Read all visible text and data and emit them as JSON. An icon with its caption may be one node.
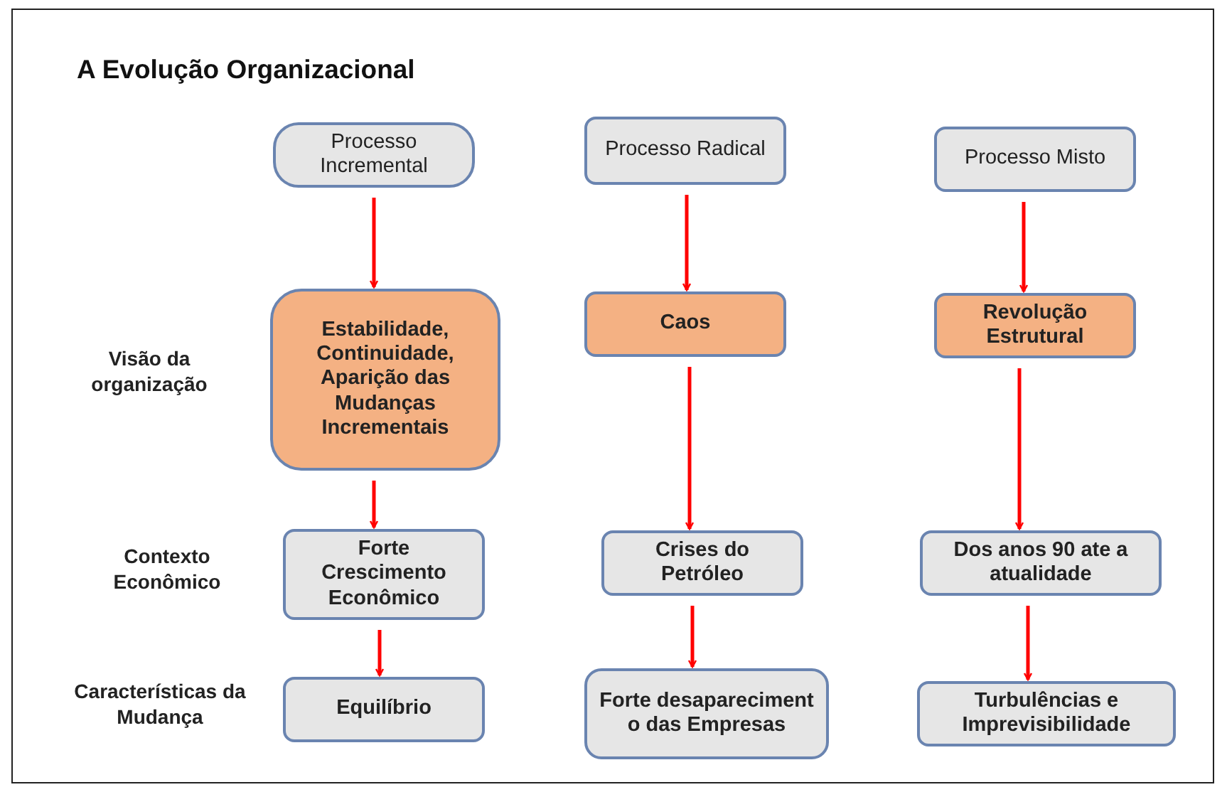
{
  "diagram": {
    "title": "A Evolução Organizacional",
    "nodes": [
      {
        "text": [
          "Processo Incremental"
        ]
      },
      {
        "text": [
          "Estabilidade, Continuidade, Aparição das Mudanças Incrementais"
        ]
      },
      {
        "text": [
          "Forte Crescimento Econômico"
        ]
      },
      {
        "text": [
          "Equilíbrio"
        ]
      },
      {
        "text": [
          "Processo Radical"
        ]
      },
      {
        "text": [
          "Caos"
        ]
      },
      {
        "text": [
          "Crises do Petróleo"
        ]
      },
      {
        "text": [
          "Forte desapareciment o das Empresas"
        ]
      },
      {
        "text": [
          "Processo Misto"
        ]
      },
      {
        "text": [
          "Revolução Estrutural"
        ]
      },
      {
        "text": [
          "Dos anos 90 ate a atualidade"
        ]
      },
      {
        "text": [
          "Turbulências e Imprevisibilidade"
        ]
      }
    ],
    "edges": [
      {
        "from": 0,
        "to": 1,
        "arrow": "to"
      },
      {
        "from": 1,
        "to": 2,
        "arrow": "to"
      },
      {
        "from": 2,
        "to": 3,
        "arrow": "to"
      },
      {
        "from": 4,
        "to": 5,
        "arrow": "to"
      },
      {
        "from": 5,
        "to": 6,
        "arrow": "to"
      },
      {
        "from": 6,
        "to": 7,
        "arrow": "to"
      },
      {
        "from": 8,
        "to": 9,
        "arrow": "to"
      },
      {
        "from": 9,
        "to": 10,
        "arrow": "to"
      },
      {
        "from": 10,
        "to": 11,
        "arrow": "to"
      }
    ],
    "labels": [
      "Visão da organização",
      "Contexto Econômico",
      "Características da Mudança"
    ]
  }
}
